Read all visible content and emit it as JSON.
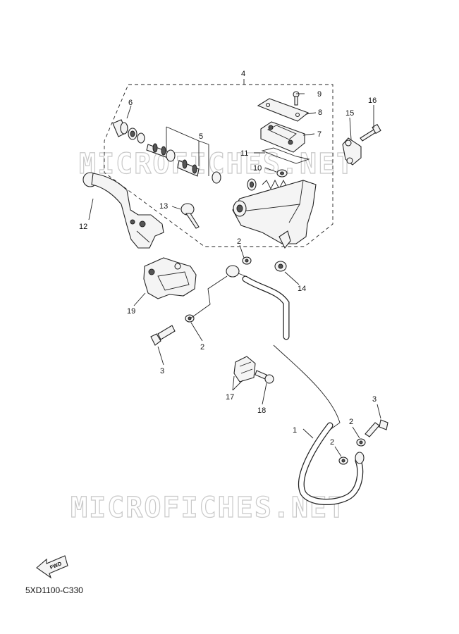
{
  "watermark": "MICROFICHES.NET",
  "diagram_code": "5XD1100-C330",
  "fwd_label": "FWD",
  "callouts": {
    "c1": "1",
    "c2a": "2",
    "c2b": "2",
    "c2c": "2",
    "c2d": "2",
    "c3a": "3",
    "c3b": "3",
    "c4": "4",
    "c5": "5",
    "c6": "6",
    "c7": "7",
    "c8": "8",
    "c9": "9",
    "c10": "10",
    "c11": "11",
    "c12": "12",
    "c13": "13",
    "c14": "14",
    "c15": "15",
    "c16": "16",
    "c17": "17",
    "c18": "18",
    "c19": "19"
  }
}
